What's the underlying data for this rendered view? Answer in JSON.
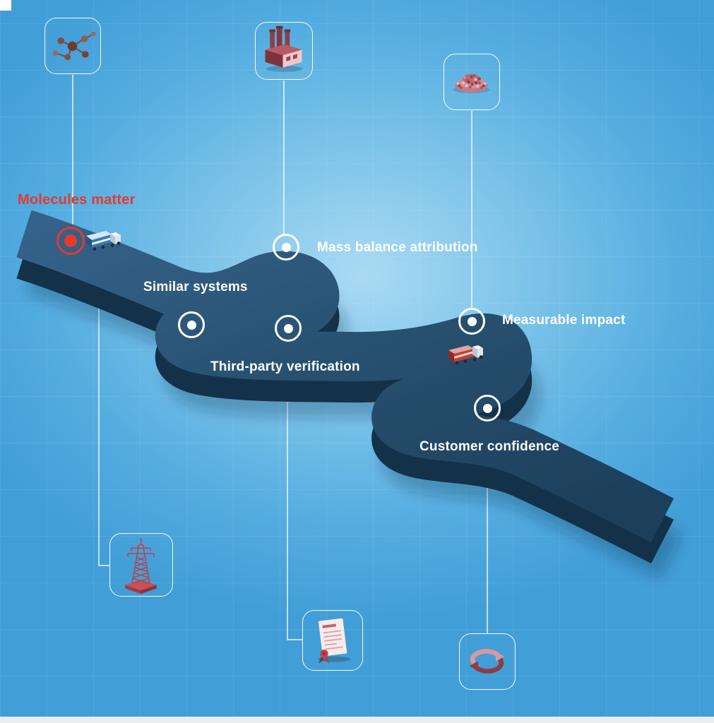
{
  "scene": {
    "description": "Isometric winding road infographic with six labelled waypoints, connector lines and product-lifecycle icons"
  },
  "colors": {
    "background_blue": "#54ade0",
    "road_top": "#27506f",
    "road_side": "#14314a",
    "accent_red": "#e6392d",
    "text_white": "#ffffff",
    "connector_white": "#ffffff",
    "icon_maroon": "#8e3d45",
    "icon_pink": "#eec8cc"
  },
  "waypoints": [
    {
      "id": "start",
      "label": "Molecules matter",
      "marker_style": "red-ring",
      "icon": "molecules-icon"
    },
    {
      "id": "mass-balance",
      "label": "Mass balance attribution",
      "marker_style": "white-ring",
      "icon": "factory-icon"
    },
    {
      "id": "similar-systems",
      "label": "Similar systems",
      "marker_style": "white-ring",
      "icon": "power-pylon-icon"
    },
    {
      "id": "third-party",
      "label": "Third-party verification",
      "marker_style": "white-ring",
      "icon": "certificate-icon"
    },
    {
      "id": "measurable-impact",
      "label": "Measurable impact",
      "marker_style": "white-ring",
      "icon": "shredded-plastic-icon"
    },
    {
      "id": "customer-confidence",
      "label": "Customer confidence",
      "marker_style": "white-ring",
      "icon": "recycling-loop-icon"
    }
  ],
  "icons": [
    {
      "name": "molecules-icon"
    },
    {
      "name": "factory-icon"
    },
    {
      "name": "shredded-plastic-icon"
    },
    {
      "name": "power-pylon-icon"
    },
    {
      "name": "certificate-icon"
    },
    {
      "name": "recycling-loop-icon"
    }
  ],
  "vehicles": [
    {
      "name": "truck-icon-blue"
    },
    {
      "name": "truck-icon-red"
    }
  ]
}
